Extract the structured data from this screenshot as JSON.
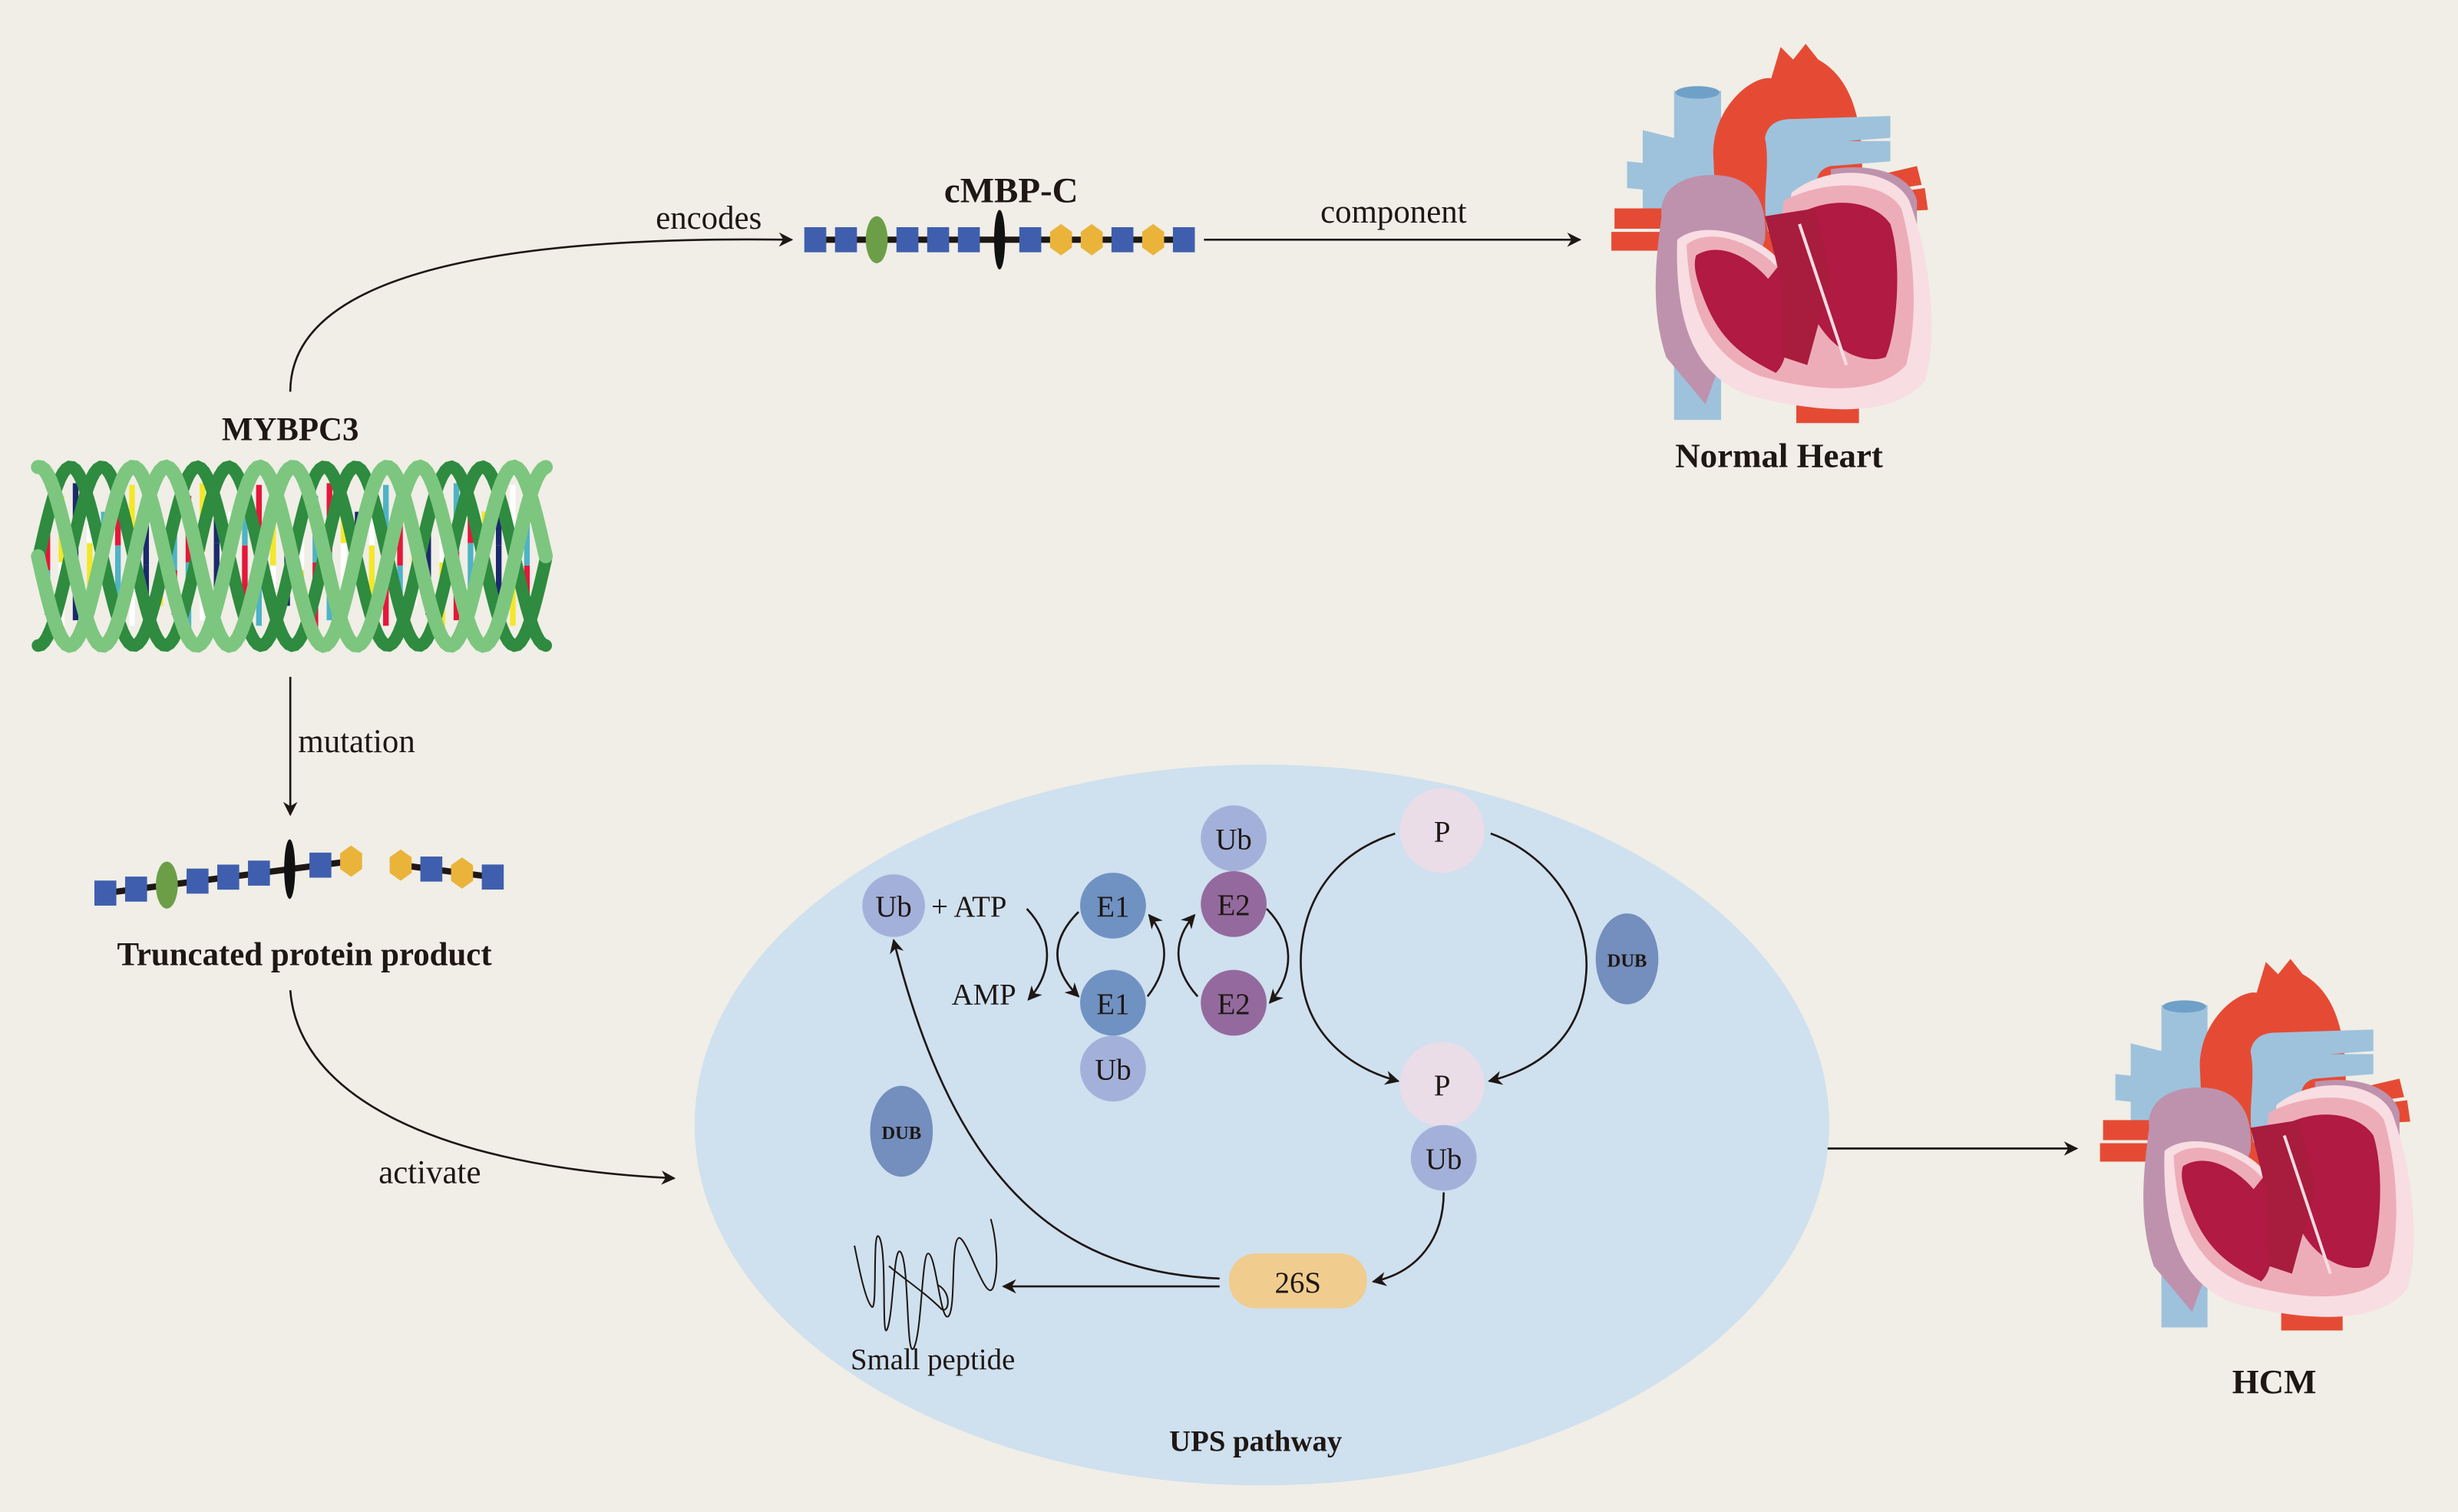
{
  "colors": {
    "background": "#F0EEE6",
    "ups_ellipse": "#CFE0EF",
    "domain_blue": "#3F5FAE",
    "domain_green": "#6C9E48",
    "domain_yellow": "#EAB33A",
    "ub": "#A3B1DA",
    "e1": "#7092C2",
    "e2": "#946A9E",
    "p": "#EADDE8",
    "dub": "#748EBD",
    "proteasome": "#F0CC8E",
    "dna_light": "#7DC67F",
    "dna_dark": "#2E8B3F"
  },
  "gene": {
    "label": "MYBPC3"
  },
  "protein": {
    "label": "cMBP-C"
  },
  "truncated": {
    "label": "Truncated protein product"
  },
  "arrows": {
    "encodes": "encodes",
    "component": "component",
    "mutation": "mutation",
    "activate": "activate"
  },
  "hearts": {
    "normal": "Normal Heart",
    "disease": "HCM"
  },
  "ups": {
    "title": "UPS pathway",
    "ub_free": "Ub",
    "atp": "+ ATP",
    "amp": "AMP",
    "e1_top": "E1",
    "e1_bottom": "E1",
    "e1_ub": "Ub",
    "e2_top": "E2",
    "e2_top_ub": "Ub",
    "e2_bottom": "E2",
    "p_top": "P",
    "p_bottom": "P",
    "p_ub": "Ub",
    "dub_right": "DUB",
    "dub_left": "DUB",
    "proteasome": "26S",
    "peptide": "Small peptide"
  }
}
